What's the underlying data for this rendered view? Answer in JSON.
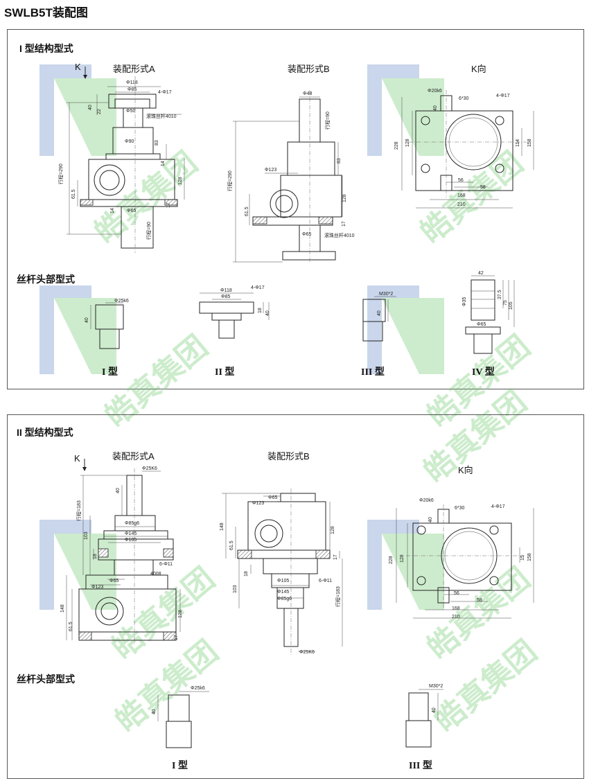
{
  "title": "SWLB5T装配图",
  "watermark": "皓真集团",
  "colors": {
    "watermark_blue": "#9db4da",
    "watermark_green": "#8fd38f",
    "line": "#222222"
  },
  "panel1": {
    "heading": "I 型结构型式",
    "view_a": "装配形式A",
    "view_b": "装配形式B",
    "view_k": "K向",
    "k_arrow": "K",
    "dims_a": {
      "d118": "Φ118",
      "d85": "Φ85",
      "holes": "4-Φ17",
      "d40": "40",
      "d22": "22",
      "d50": "Φ50",
      "screw": "滚珠丝杆4010",
      "d90": "Φ90",
      "d83": "83",
      "d14": "14",
      "d128": "128",
      "stroke": "行程=290",
      "d615": "61.5",
      "d17": "17",
      "d65": "Φ65",
      "stroke90": "行程=90"
    },
    "dims_b": {
      "d48": "Φ48",
      "stroke90": "行程=90",
      "d83": "83",
      "d123": "Φ123",
      "d128": "128",
      "stroke": "行程=290",
      "d615": "61.5",
      "d17": "17",
      "d65": "Φ65",
      "screw": "滚珠丝杆4010"
    },
    "dims_k": {
      "d20k6": "Φ20k6",
      "d630": "6*30",
      "holes": "4-Φ17",
      "d40": "40",
      "d228": "228",
      "d128": "128",
      "d114": "114",
      "d158": "158",
      "d56": "56",
      "d58": "58",
      "d168": "168",
      "d210": "210"
    },
    "head_heading": "丝杆头部型式",
    "heads": [
      {
        "label": "I 型",
        "dims": [
          "Φ25k6",
          "40"
        ]
      },
      {
        "label": "II 型",
        "dims": [
          "Φ118",
          "4-Φ17",
          "Φ85",
          "18",
          "40"
        ]
      },
      {
        "label": "III 型",
        "dims": [
          "M30*2",
          "40"
        ]
      },
      {
        "label": "IV 型",
        "dims": [
          "42",
          "Φ35",
          "37.5",
          "75",
          "105",
          "Φ65"
        ]
      }
    ]
  },
  "panel2": {
    "heading": "II 型结构型式",
    "view_a": "装配形式A",
    "view_b": "装配形式B",
    "view_k": "K向",
    "k_arrow": "K",
    "dims_a": {
      "d25k6": "Φ25K6",
      "d40": "40",
      "stroke": "行程=183",
      "d103": "103",
      "d85g6": "Φ85g6",
      "d145": "Φ145",
      "d105": "Φ105",
      "d18": "18",
      "holes": "6-Φ11",
      "screw": "4008",
      "d65": "Φ65",
      "d123": "Φ123",
      "d148": "148",
      "d128": "128",
      "d615": "61.5",
      "d17": "17"
    },
    "dims_b": {
      "d65": "Φ65",
      "d123": "Φ123",
      "d148": "148",
      "d128": "128",
      "d615": "61.5",
      "d17": "17",
      "d18": "18",
      "d105": "Φ105",
      "holes": "6-Φ11",
      "d103": "103",
      "d145": "Φ145",
      "d85g6": "Φ85g6",
      "stroke": "行程=183",
      "d25k6": "Φ25K6"
    },
    "dims_k": {
      "d20k6": "Φ20k6",
      "d630": "6*30",
      "holes": "4-Φ17",
      "d40": "40",
      "d228": "228",
      "d128": "128",
      "d15": "15",
      "d158": "158",
      "d56": "56",
      "d58": "58",
      "d168": "168",
      "d210": "210"
    },
    "head_heading": "丝杆头部型式",
    "heads": [
      {
        "label": "I 型",
        "dims": [
          "Φ25k6",
          "40"
        ]
      },
      {
        "label": "III 型",
        "dims": [
          "M30*2",
          "40"
        ]
      }
    ]
  }
}
